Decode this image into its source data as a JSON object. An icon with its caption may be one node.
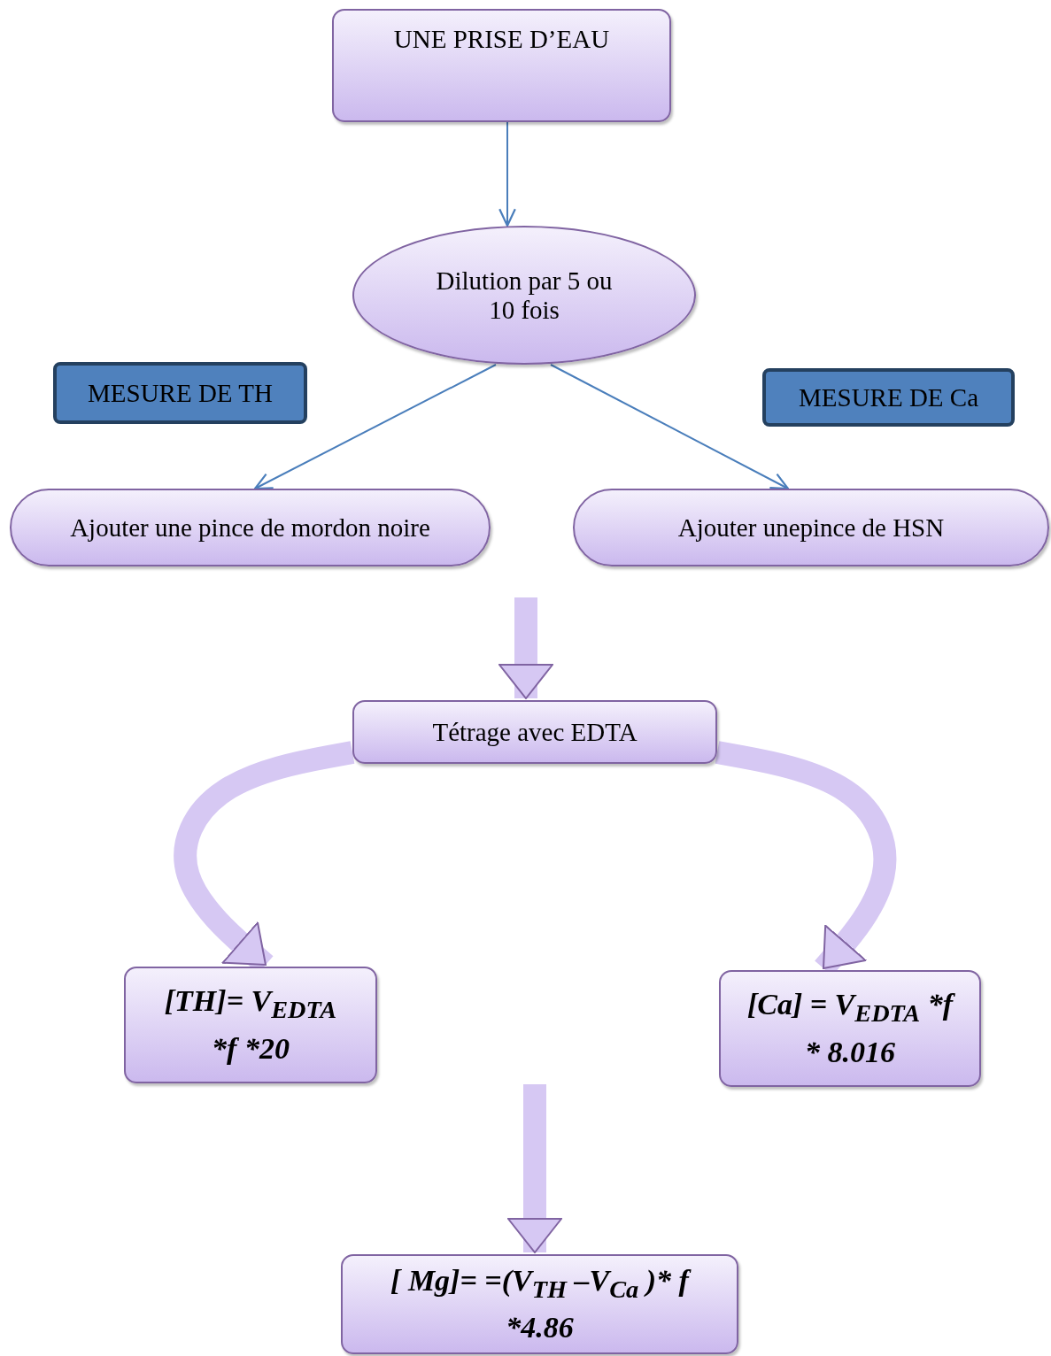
{
  "diagram": {
    "nodes": [
      {
        "text": [
          "UNE PRISE D’EAU"
        ]
      },
      {
        "text": [
          "Dilution par 5  ou 10 fois"
        ]
      },
      {
        "text": [
          "MESURE DE TH"
        ]
      },
      {
        "text": [
          "MESURE DE Ca"
        ]
      },
      {
        "text": [
          "Ajouter une pince de mordon noire"
        ]
      },
      {
        "text": [
          "Ajouter unepince de HSN"
        ]
      },
      {
        "text": [
          "Tétrage avec  EDTA"
        ]
      },
      {
        "text": [
          "[TH]= V$_{EDTA}$ *f *20"
        ]
      },
      {
        "text": [
          "[Ca] = V$_{EDTA}$ *f * 8.016"
        ]
      },
      {
        "text": [
          "[ Mg]=  =(V$_{TH}$ –V$_{Ca}$ )* f *4.86"
        ]
      }
    ],
    "edges": [
      {
        "from": 0,
        "to": 1,
        "arrow": "to",
        "color": "#4a7ebb"
      },
      {
        "from": 1,
        "to": 4,
        "arrow": "to",
        "color": "#4a7ebb"
      },
      {
        "from": 1,
        "to": 5,
        "arrow": "to",
        "color": "#4a7ebb"
      },
      {
        "from": null,
        "to": 6,
        "arrow": "to"
      },
      {
        "from": 6,
        "to": 7,
        "arrow": "to"
      },
      {
        "from": 6,
        "to": 8,
        "arrow": "to"
      },
      {
        "from": null,
        "to": 9,
        "arrow": "to"
      }
    ]
  }
}
